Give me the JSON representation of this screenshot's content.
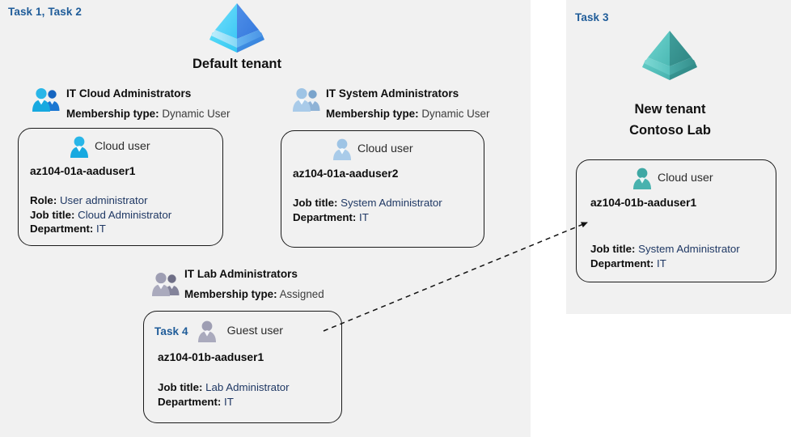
{
  "diagram": {
    "title": "Azure AD tenants, groups and users lab diagram",
    "colors": {
      "panel_bg": "#f1f1f1",
      "page_bg": "#ffffff",
      "task_tag": "#1f5c99",
      "value_text": "#1f3864",
      "label_text": "#0d0d0d",
      "outline": "#1a1a1a",
      "tenant_blue": "#42a5f5",
      "tenant_teal": "#4ebab3",
      "user_blue": "#29b6e8",
      "user_lightblue": "#9fc3e4",
      "user_gray": "#9e9eb0",
      "user_teal": "#3fa8a4"
    }
  },
  "panels": {
    "default_tenant": {
      "task_tag": "Task 1, Task 2",
      "tenant_icon": "azure-ad-tenant-icon",
      "tenant_label": "Default tenant"
    },
    "new_tenant": {
      "task_tag": "Task 3",
      "tenant_icon": "azure-ad-tenant-icon",
      "tenant_label_line1": "New  tenant",
      "tenant_label_line2": "Contoso Lab"
    }
  },
  "groups": [
    {
      "id": "it-cloud-administrators",
      "icon": "group-users-icon",
      "name": "IT Cloud Administrators",
      "membership_label": "Membership type:",
      "membership_value": "Dynamic User"
    },
    {
      "id": "it-system-administrators",
      "icon": "group-users-icon",
      "name": "IT System Administrators",
      "membership_label": "Membership type:",
      "membership_value": "Dynamic User"
    },
    {
      "id": "it-lab-administrators",
      "icon": "group-users-icon",
      "name": "IT Lab Administrators",
      "membership_label": "Membership type:",
      "membership_value": "Assigned"
    }
  ],
  "users": {
    "aaduser1_a": {
      "task_tag": "",
      "user_icon": "cloud-user-icon",
      "user_type": "Cloud user",
      "upn": "az104-01a-aaduser1",
      "props": [
        {
          "label": "Role:",
          "value": "User administrator"
        },
        {
          "label": "Job title:",
          "value": "Cloud Administrator"
        },
        {
          "label": "Department:",
          "value": "IT"
        }
      ]
    },
    "aaduser2_a": {
      "task_tag": "",
      "user_icon": "cloud-user-icon",
      "user_type": "Cloud user",
      "upn": "az104-01a-aaduser2",
      "props": [
        {
          "label": "Job title:",
          "value": "System Administrator"
        },
        {
          "label": "Department:",
          "value": "IT"
        }
      ]
    },
    "guest_b1": {
      "task_tag": "Task 4",
      "user_icon": "guest-user-icon",
      "user_type": "Guest user",
      "upn": "az104-01b-aaduser1",
      "props": [
        {
          "label": "Job title:",
          "value": "Lab Administrator"
        },
        {
          "label": "Department:",
          "value": "IT"
        }
      ]
    },
    "cloud_b1": {
      "task_tag": "",
      "user_icon": "cloud-user-icon",
      "user_type": "Cloud user",
      "upn": "az104-01b-aaduser1",
      "props": [
        {
          "label": "Job title:",
          "value": "System Administrator"
        },
        {
          "label": "Department:",
          "value": "IT"
        }
      ]
    }
  },
  "connector": {
    "name": "guest-invitation-arrow",
    "style": "dashed",
    "from": "guest-user-card",
    "to": "new-tenant-cloud-user-card"
  }
}
